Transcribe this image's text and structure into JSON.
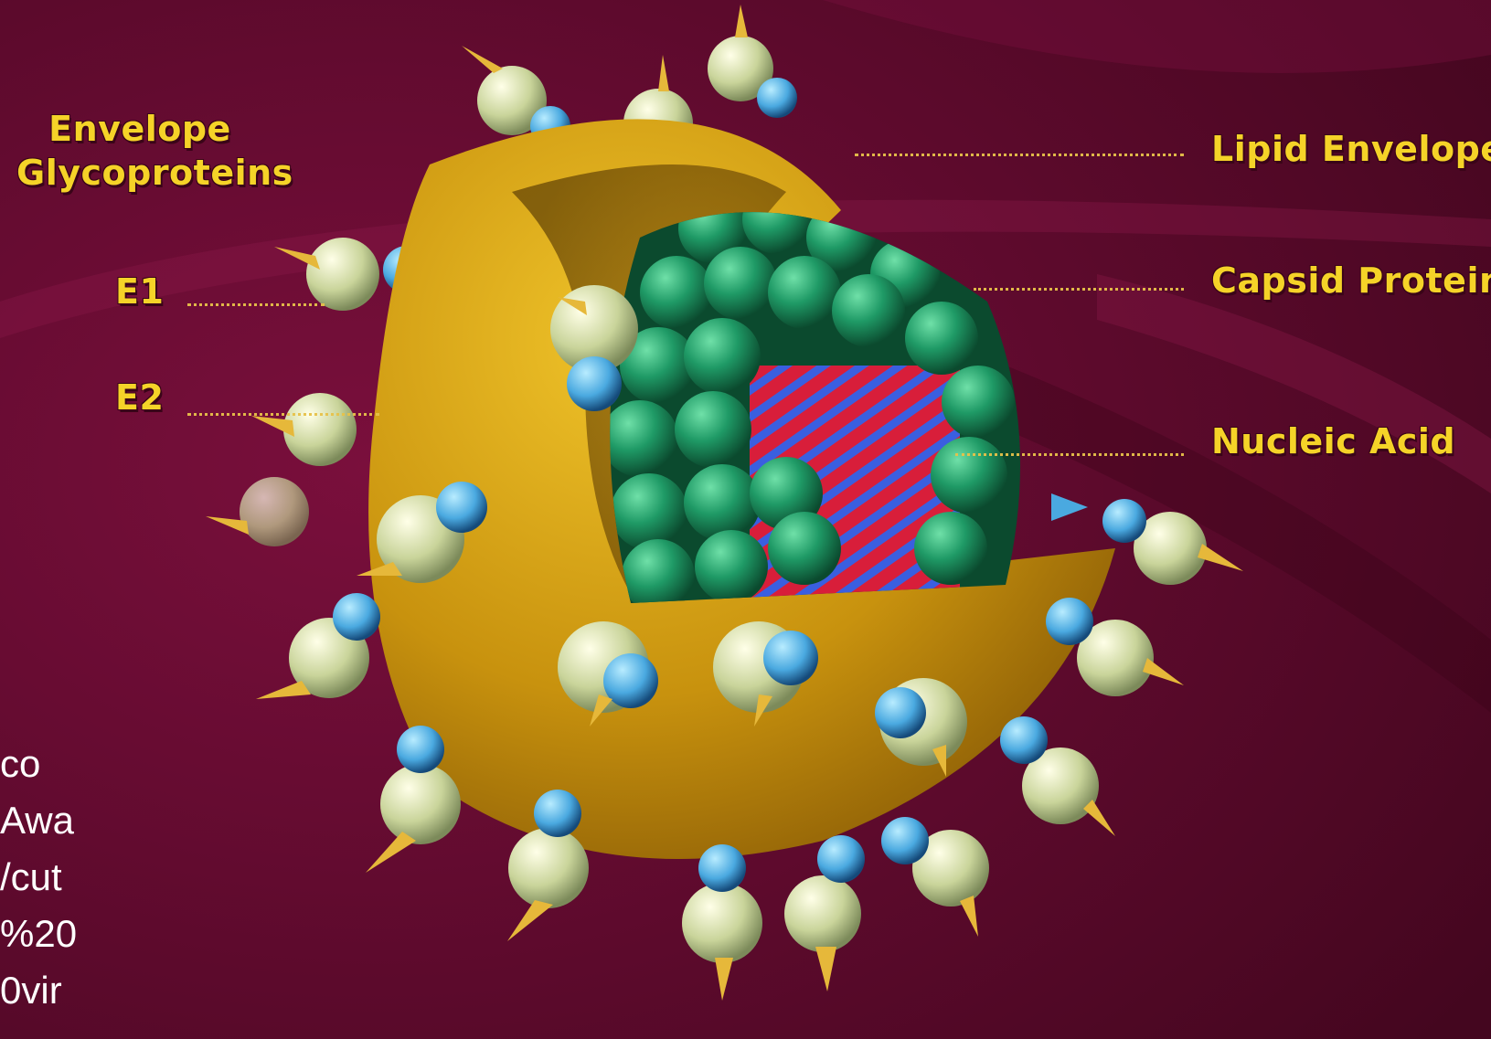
{
  "diagram": {
    "labels": {
      "envelope_glycoproteins_line1": "Envelope",
      "envelope_glycoproteins_line2": "Glycoproteins",
      "e1": "E1",
      "e2": "E2",
      "lipid_envelope": "Lipid Envelope",
      "capsid_protein": "Capsid Protein",
      "nucleic_acid": "Nucleic Acid"
    },
    "colors": {
      "background": "#5e0a2e",
      "label_text": "#f5d328",
      "envelope": "#d9a514",
      "capsid": "#1f9a66",
      "nucleic_acid_red": "#d81e3a",
      "nucleic_acid_blue": "#3a5fe0",
      "spike_pale": "#dfe7b8",
      "spike_blue": "#4aa9e0"
    }
  },
  "overlay_text": {
    "lines": [
      "co",
      "Awa",
      "/cut",
      "%20",
      "0vir"
    ]
  }
}
